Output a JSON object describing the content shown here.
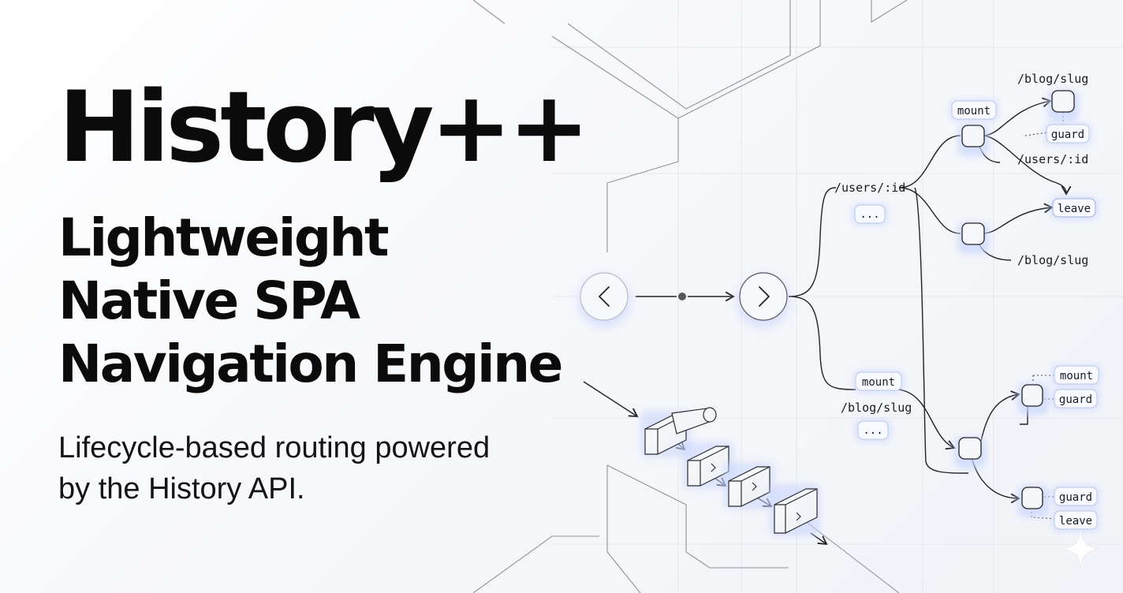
{
  "hero": {
    "title": "History++",
    "subtitle_lines": [
      "Lightweight",
      "Native SPA",
      "Navigation Engine"
    ],
    "tagline_lines": [
      "Lifecycle-based routing powered",
      "by the History API."
    ]
  },
  "diagram": {
    "routes": {
      "users_id_left": "/users/:id",
      "blog_slug_top": "/blog/slug",
      "users_id_right": "/users/:id",
      "blog_slug_mid": "/blog/slug",
      "blog_slug_lower": "/blog/slug"
    },
    "pills": {
      "mount_top": "mount",
      "guard_top": "guard",
      "leave_top": "leave",
      "ellipsis_top": "...",
      "mount_lower": "mount",
      "ellipsis_lower": "...",
      "mount_right": "mount",
      "guard_right": "guard",
      "guard_bottom": "guard",
      "leave_bottom": "leave"
    },
    "icons": {
      "back": "chevron-left-icon",
      "forward": "chevron-right-icon",
      "sparkle": "sparkle-icon"
    },
    "colors": {
      "line": "#222327",
      "glow": "#c9d6ff",
      "node_fill": "#f6f7fa",
      "pill_fill": "#f8faff",
      "grid": "#e3e6ee"
    }
  }
}
